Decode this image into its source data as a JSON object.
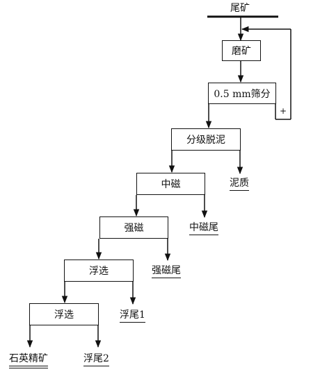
{
  "flowsheet": {
    "feed": "尾矿",
    "grinding": "磨矿",
    "screening": "0.5 mm筛分",
    "oversize_sign": "+",
    "deslime": "分级脱泥",
    "slime": "泥质",
    "medium_mag": "中磁",
    "medium_mag_tail": "中磁尾",
    "strong_mag": "强磁",
    "strong_mag_tail": "强磁尾",
    "flotation1": "浮选",
    "float_tail1": "浮尾1",
    "flotation2": "浮选",
    "quartz_concentrate": "石英精矿",
    "float_tail2": "浮尾2"
  }
}
